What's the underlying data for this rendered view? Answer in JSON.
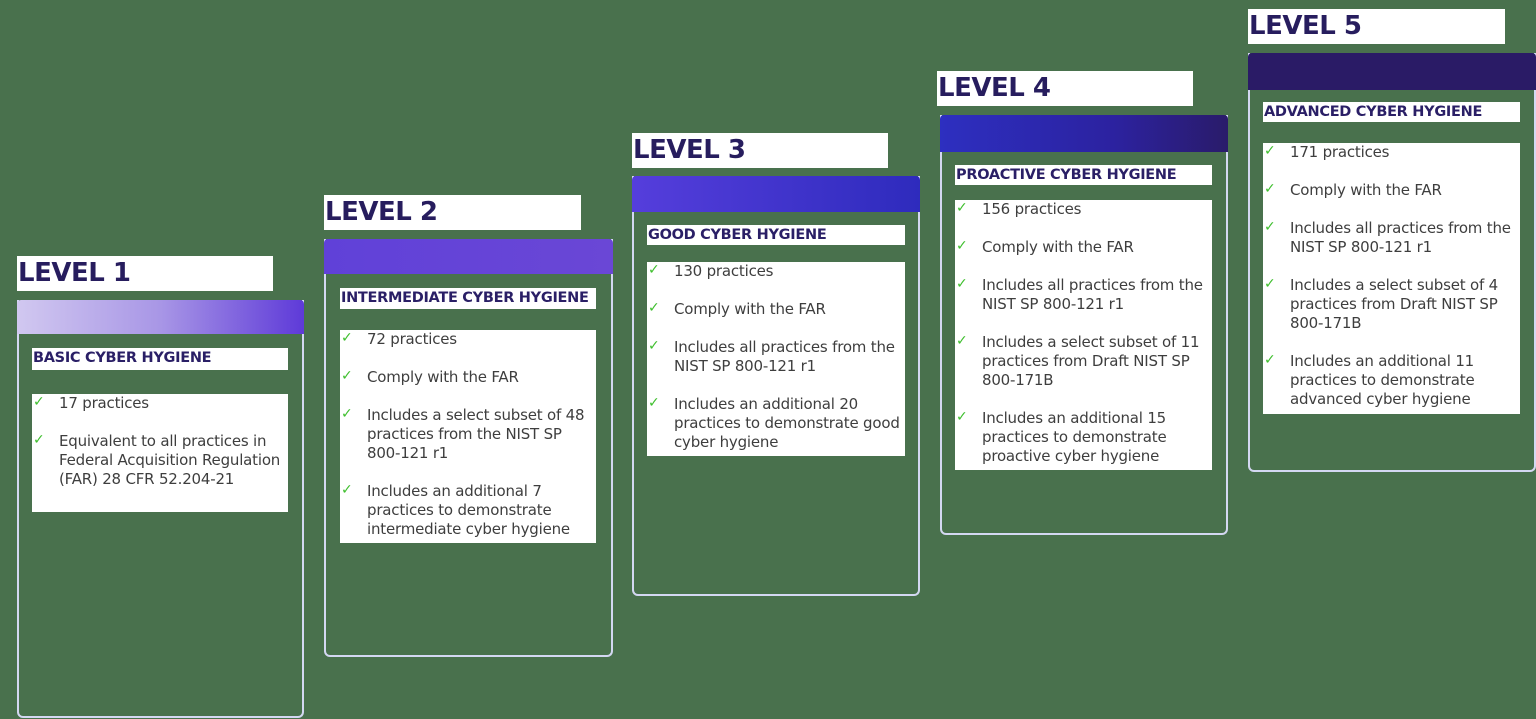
{
  "colors": {
    "background": "#49714d",
    "title_text": "#271d5e",
    "check": "#3fbf2e",
    "card_border": "#d4d8f2"
  },
  "levels": [
    {
      "title": "LEVEL 1",
      "subtitle": "BASIC CYBER HYGIENE",
      "header_gradient": [
        "#d1c8f0",
        "#5e3ad8"
      ],
      "items": [
        "17 practices",
        "Equivalent to all practices in Federal Acquisition Regulation (FAR) 28 CFR 52.204-21"
      ]
    },
    {
      "title": "LEVEL 2",
      "subtitle": "INTERMEDIATE CYBER HYGIENE",
      "header_gradient": [
        "#6041d8",
        "#6a47d6"
      ],
      "items": [
        "72 practices",
        "Comply with the FAR",
        "Includes a select subset of 48 practices from the NIST SP 800-121 r1",
        "Includes an additional 7 practices to demonstrate intermediate cyber hygiene"
      ]
    },
    {
      "title": "LEVEL 3",
      "subtitle": "GOOD CYBER HYGIENE",
      "header_gradient": [
        "#553edc",
        "#2e2bbd"
      ],
      "items": [
        "130 practices",
        "Comply with the FAR",
        "Includes all practices from the NIST SP 800-121 r1",
        "Includes an additional 20 practices to demonstrate good cyber hygiene"
      ]
    },
    {
      "title": "LEVEL 4",
      "subtitle": "PROACTIVE CYBER HYGIENE",
      "header_gradient": [
        "#2d2fc0",
        "#2a1b6a"
      ],
      "items": [
        "156 practices",
        "Comply with the FAR",
        "Includes all practices from the NIST SP 800-121 r1",
        "Includes a select subset of 11 practices from Draft NIST SP 800-171B",
        "Includes an additional 15 practices to demonstrate proactive cyber hygiene"
      ]
    },
    {
      "title": "LEVEL 5",
      "subtitle": "ADVANCED CYBER HYGIENE",
      "header_gradient": [
        "#2a1b66",
        "#2a1b66"
      ],
      "items": [
        "171 practices",
        "Comply with the FAR",
        "Includes all practices from the NIST SP 800-121 r1",
        "Includes a select subset of 4 practices from Draft NIST SP 800-171B",
        "Includes an additional 11 practices to demonstrate advanced cyber hygiene"
      ]
    }
  ]
}
